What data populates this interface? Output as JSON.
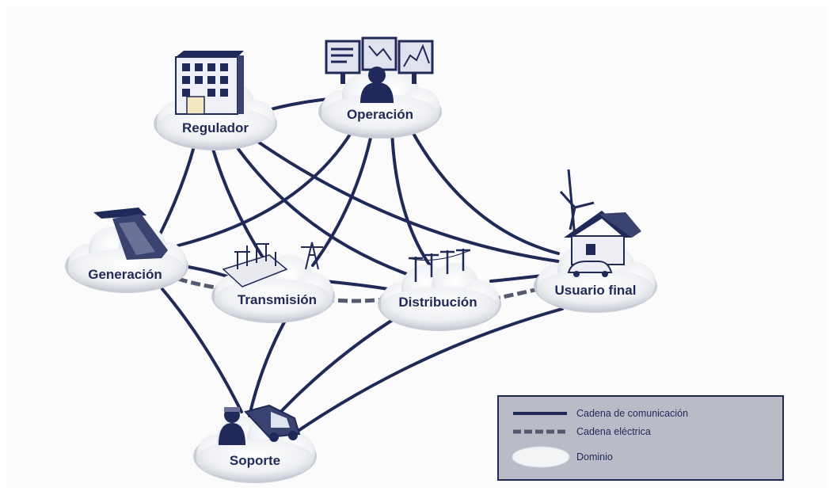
{
  "domains": {
    "regulador": "Regulador",
    "operacion": "Operación",
    "generacion": "Generación",
    "transmision": "Transmisión",
    "distribucion": "Distribución",
    "usuario_final": "Usuario final",
    "soporte": "Soporte"
  },
  "legend": {
    "communication_chain": "Cadena de comunicación",
    "electrical_chain": "Cadena eléctrica",
    "domain": "Dominio"
  },
  "colors": {
    "line": "#1f2a5a",
    "cloud_fill": "#f3f4f6",
    "cloud_shadow": "#c9ccd6",
    "legend_bg": "#b9bcc7",
    "legend_border": "#1f2a5a",
    "background": "#ffffff",
    "panel": "#fafafa"
  }
}
